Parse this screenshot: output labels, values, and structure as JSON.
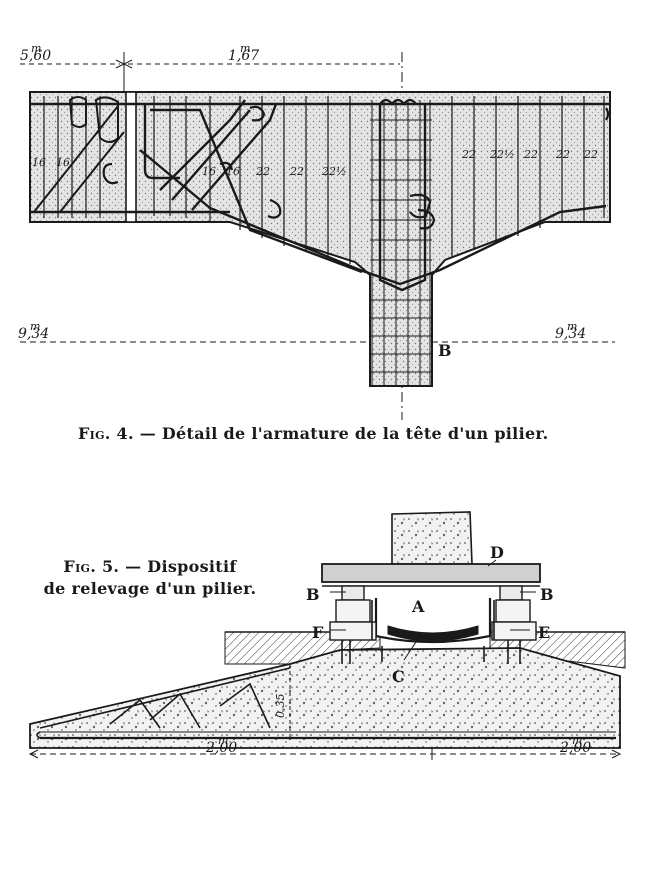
{
  "fig4": {
    "fig_label": "Fig. 4.",
    "caption": " — Détail de l'armature de la tête d'un pilier.",
    "dims": {
      "left_span": "5,60",
      "left_span_sup": "m",
      "right_span": "1,67",
      "right_span_sup": "m",
      "level_left": "9,34",
      "level_right": "9,34",
      "level_sup": "m"
    },
    "spacings": [
      "16",
      "16",
      "16",
      "16",
      "22",
      "22",
      "22½",
      "22",
      "22½",
      "22",
      "22",
      "22"
    ],
    "labels": {
      "b": "B"
    }
  },
  "fig5": {
    "fig_label": "Fig. 5.",
    "caption_line1": " — Dispositif",
    "caption_line2": "de relevage d'un pilier.",
    "labels": {
      "a": "A",
      "b_left": "B",
      "b_right": "B",
      "c": "C",
      "d": "D",
      "e": "E",
      "f": "F"
    },
    "dims": {
      "height": "0,35",
      "left_length": "2,00",
      "right_length": "2,00",
      "length_sup": "m"
    }
  },
  "colors": {
    "ink": "#1a1a1a",
    "shade": "#d9d9d9",
    "paper": "#ffffff"
  }
}
